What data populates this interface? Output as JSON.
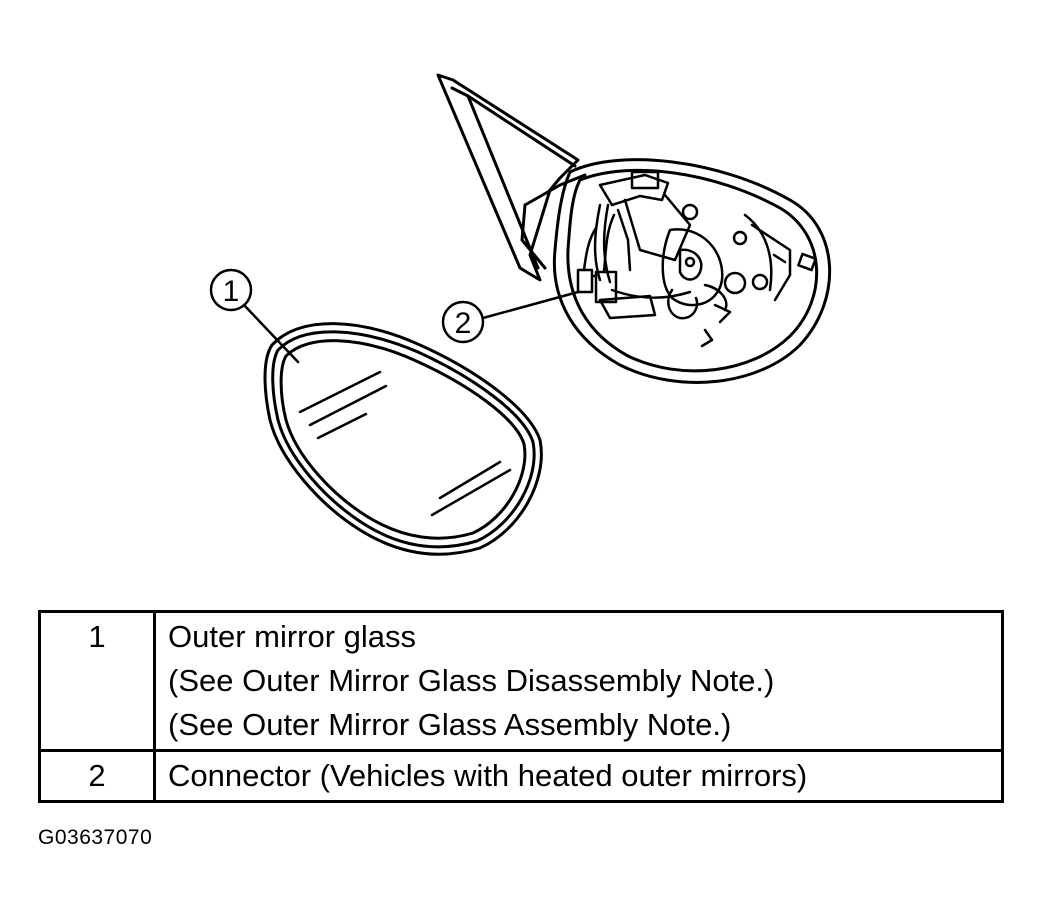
{
  "callouts": {
    "mirror_glass": "1",
    "connector": "2"
  },
  "legend": {
    "rows": [
      {
        "number": "1",
        "lines": [
          "Outer mirror glass",
          "(See Outer Mirror Glass Disassembly Note.)",
          "(See Outer Mirror Glass Assembly Note.)"
        ]
      },
      {
        "number": "2",
        "lines": [
          "Connector (Vehicles with heated outer mirrors)"
        ]
      }
    ]
  },
  "figure_id": "G03637070",
  "colors": {
    "line": "#000000",
    "background": "#ffffff"
  }
}
